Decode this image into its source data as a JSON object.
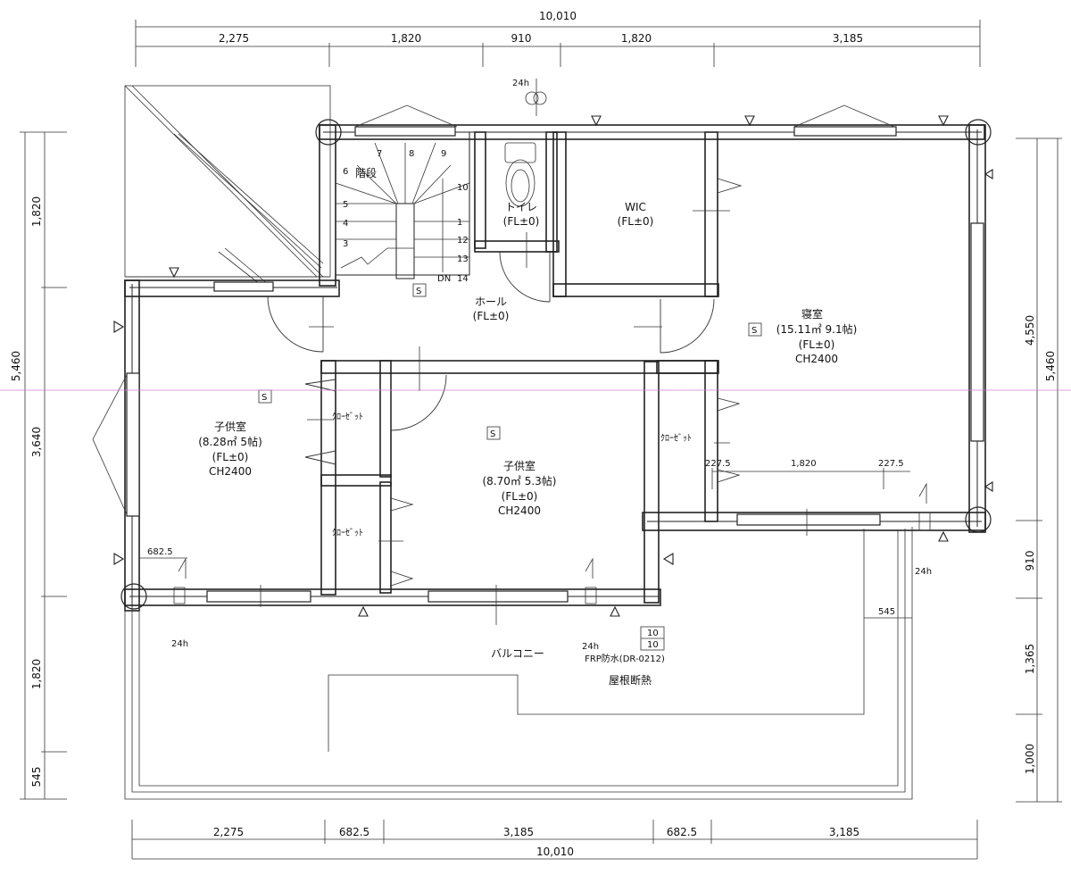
{
  "dimensions": {
    "top_total": "10,010",
    "top_segments": [
      "2,275",
      "1,820",
      "910",
      "1,820",
      "3,185"
    ],
    "bottom_segments": [
      "2,275",
      "682.5",
      "3,185",
      "682.5",
      "3,185"
    ],
    "bottom_total": "10,010",
    "left_segments": [
      "1,820",
      "3,640",
      "1,820",
      "545"
    ],
    "left_total": "5,460",
    "right_segments": [
      "4,550",
      "910",
      "1,365",
      "1,000"
    ],
    "right_total": "5,460",
    "inner": {
      "left_6825": "682.5",
      "right_2275_a": "227.5",
      "right_1820": "1,820",
      "right_2275_b": "227.5",
      "right_545": "545"
    }
  },
  "rooms": {
    "stairs": {
      "label": "階段",
      "step_numbers": [
        "7",
        "8",
        "9",
        "6",
        "10",
        "5",
        "1",
        "4",
        "12",
        "3",
        "13",
        "DN",
        "14"
      ]
    },
    "toilet": {
      "name": "トイレ",
      "level": "(FL±0)"
    },
    "wic": {
      "name": "WIC",
      "level": "(FL±0)"
    },
    "hall": {
      "name": "ホール",
      "level": "(FL±0)"
    },
    "bedroom": {
      "name": "寝室",
      "area": "(15.11㎡ 9.1帖)",
      "level": "(FL±0)",
      "ceiling": "CH2400"
    },
    "kid_left": {
      "name": "子供室",
      "area": "(8.28㎡ 5帖)",
      "level": "(FL±0)",
      "ceiling": "CH2400"
    },
    "kid_center": {
      "name": "子供室",
      "area": "(8.70㎡ 5.3帖)",
      "level": "(FL±0)",
      "ceiling": "CH2400"
    },
    "closet_label": "ｸﾛｰｾﾞｯﾄ",
    "balcony": "バルコニー",
    "balcony_spec": "FRP防水(DR-0212)",
    "roof": "屋根断熱",
    "slope": [
      "10",
      "10"
    ]
  },
  "marks": {
    "fan": "24h",
    "sensor": "S"
  }
}
